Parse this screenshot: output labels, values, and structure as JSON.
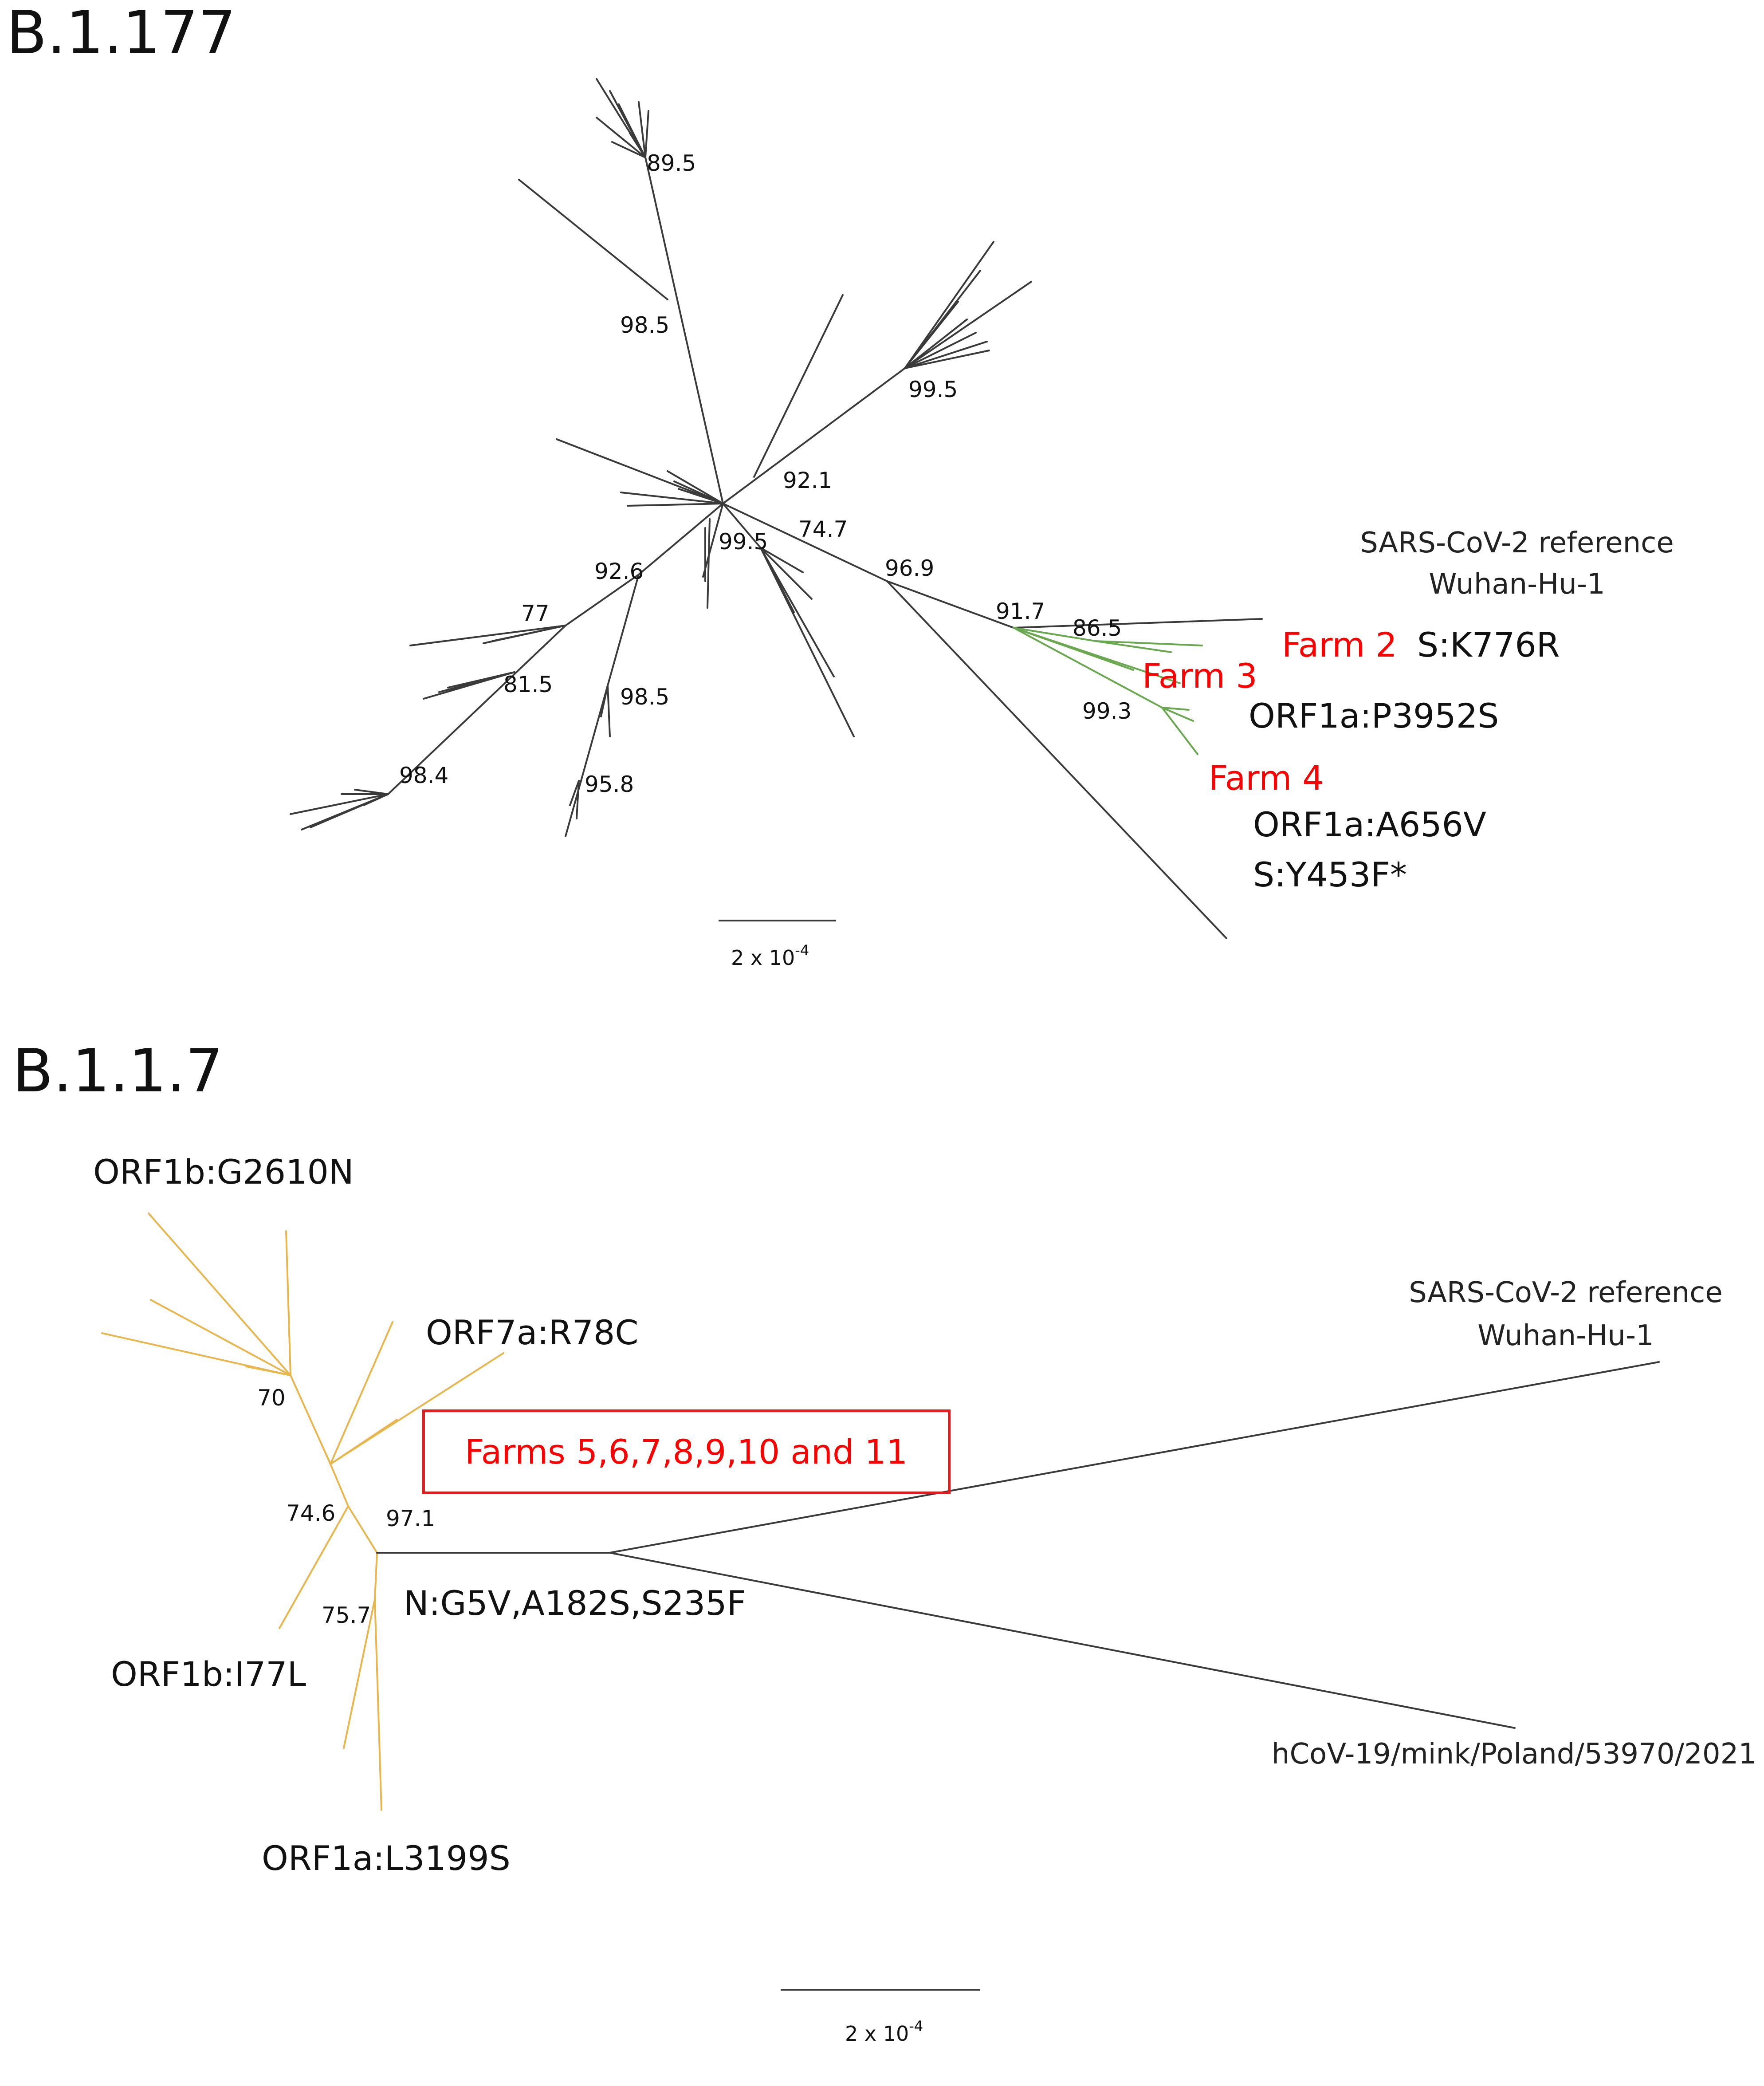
{
  "colors": {
    "branch_default": "#3a3a3a",
    "branch_mink_b1177": "#6aa84f",
    "branch_mink_b117": "#e8b64c",
    "farm_label": "#ff0000",
    "farm_box_border": "#e02020",
    "text": "#111111"
  },
  "panel_a": {
    "title": "B.1.177",
    "support_values": [
      "89.5",
      "98.5",
      "99.5",
      "92.1",
      "74.7",
      "99.5",
      "96.9",
      "92.6",
      "77",
      "81.5",
      "98.5",
      "98.4",
      "95.8",
      "91.7",
      "86.5",
      "99.3"
    ],
    "reference_label": [
      "SARS-CoV-2 reference",
      "Wuhan-Hu-1"
    ],
    "farms": {
      "farm2": "Farm 2",
      "farm3": "Farm 3",
      "farm4": "Farm 4"
    },
    "mutations": {
      "farm2": "S:K776R",
      "farm3": "ORF1a:P3952S",
      "farm4_line1": "ORF1a:A656V",
      "farm4_line2": "S:Y453F*"
    },
    "scale_bar": {
      "label_base": "2 x 10",
      "label_exp": "-4"
    }
  },
  "panel_b": {
    "title": "B.1.1.7",
    "support_values": [
      "70",
      "74.6",
      "97.1",
      "75.7"
    ],
    "mutations": {
      "orf1b_g2610n": "ORF1b:G2610N",
      "orf7a_r78c": "ORF7a:R78C",
      "n_mut": "N:G5V,A182S,S235F",
      "orf1b_i77l": "ORF1b:I77L",
      "orf1a_l3199s": "ORF1a:L3199S"
    },
    "farms_box": "Farms 5,6,7,8,9,10 and 11",
    "reference_label": [
      "SARS-CoV-2 reference",
      "Wuhan-Hu-1"
    ],
    "outgroup_label": "hCoV-19/mink/Poland/53970/2021",
    "scale_bar": {
      "label_base": "2 x 10",
      "label_exp": "-4"
    }
  }
}
